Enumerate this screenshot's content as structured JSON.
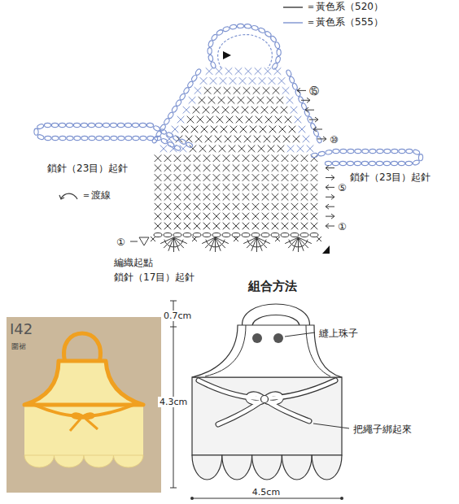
{
  "diagram": {
    "labels": [
      "⑮",
      "⑩",
      "⑤",
      "①",
      "鎖針（23目）起針",
      "鎖針（23目）起針",
      "①",
      "編織起點",
      "鎖針（17目）起針",
      "組合方法",
      "I42",
      "圍裙",
      "0.7cm",
      "縫上珠子",
      "4.3cm",
      "把繩子綁起來",
      "4.5cm"
    ],
    "legend": [
      {
        "text": "＝黃色系（520）"
      },
      {
        "text": "＝黃色系（555）"
      },
      {
        "text": "＝渡線"
      }
    ]
  }
}
